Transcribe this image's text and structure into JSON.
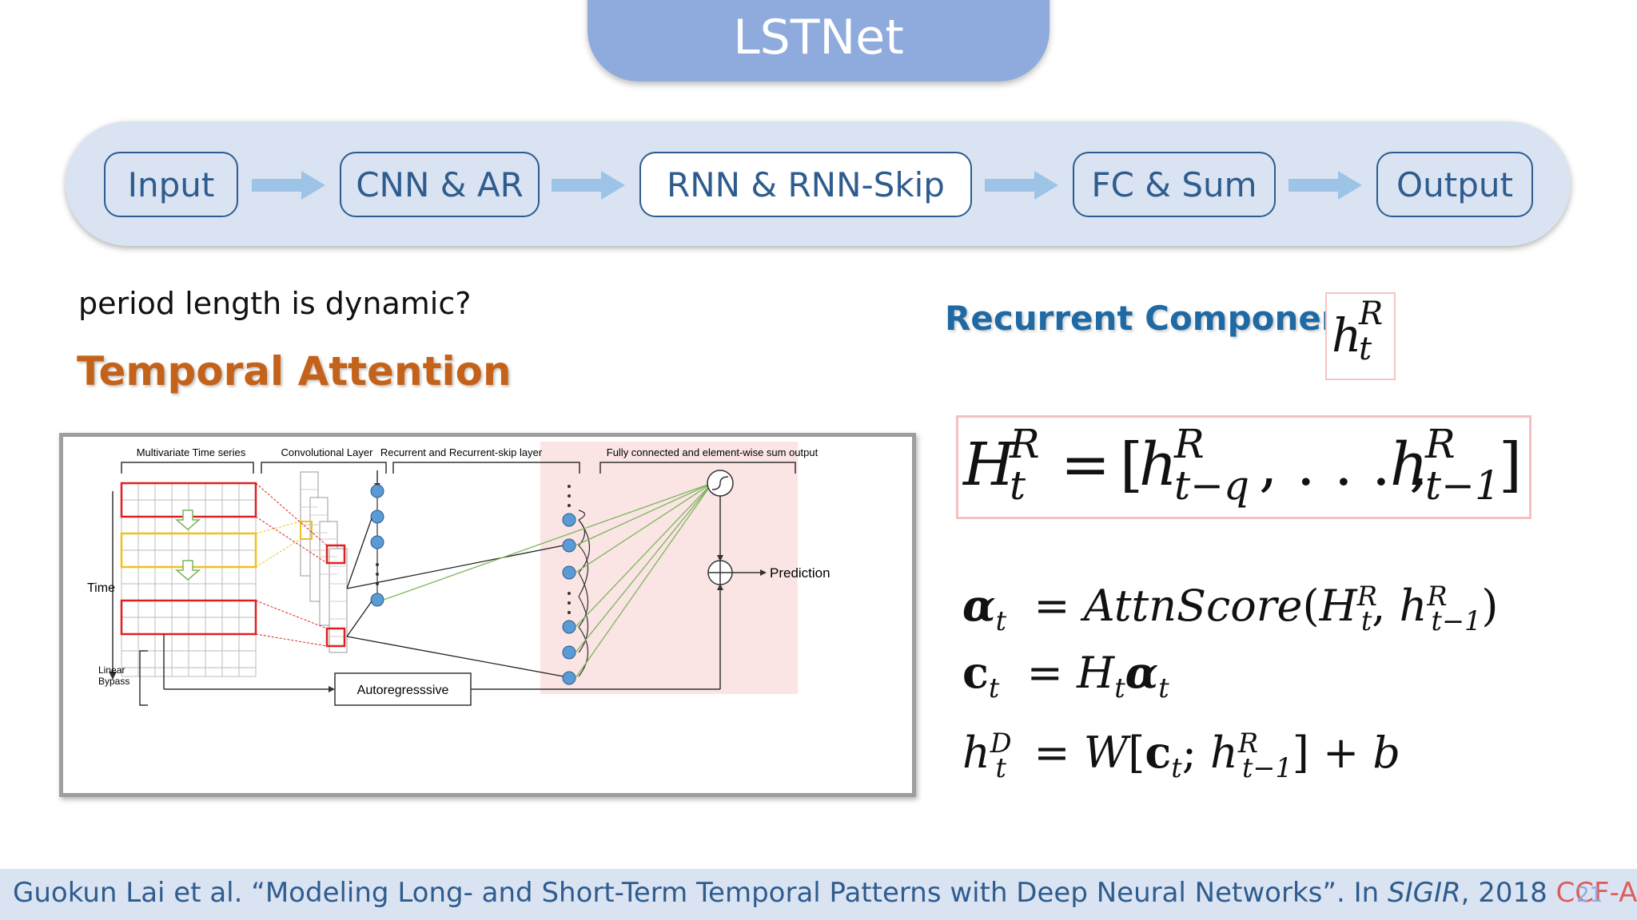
{
  "slide": {
    "title": "LSTNet",
    "page_number": "21"
  },
  "pipeline": {
    "stages": [
      "Input",
      "CNN & AR",
      "RNN & RNN-Skip",
      "FC & Sum",
      "Output"
    ],
    "active_stage": "RNN & RNN-Skip",
    "colors": {
      "bar": "#dae3f2",
      "stage_border": "#2e5c8e",
      "arrow": "#9dc3e6"
    }
  },
  "left": {
    "note": "period length is dynamic?",
    "heading": "Temporal Attention"
  },
  "figure": {
    "headers": [
      "Multivariate Time series",
      "Convolutional Layer",
      "Recurrent and Recurrent-skip layer",
      "Fully connected and element-wise sum output"
    ],
    "time_label": "Time",
    "bypass_label_1": "Linear",
    "bypass_label_2": "Bypass",
    "ar_label": "Autoregresssive",
    "prediction_label": "Prediction"
  },
  "right": {
    "recurrent_label": "Recurrent Component"
  },
  "equations": {
    "h": "h",
    "H": "H",
    "R": "R",
    "D": "D",
    "t": "t",
    "t_minus_q": "t−q",
    "t_minus_1": "t−1",
    "eq_sign": "=",
    "alpha": "α",
    "c": "c",
    "attn_fn": "AttnScore",
    "W": "W",
    "b": "b"
  },
  "footer": {
    "citation_main": "Guokun Lai et al. “Modeling Long- and Short-Term Temporal Patterns with Deep Neural Networks”. In ",
    "venue": "SIGIR",
    "year": ", 2018 ",
    "rank": "CCF-A",
    "rank_color": "#e05c5c"
  }
}
